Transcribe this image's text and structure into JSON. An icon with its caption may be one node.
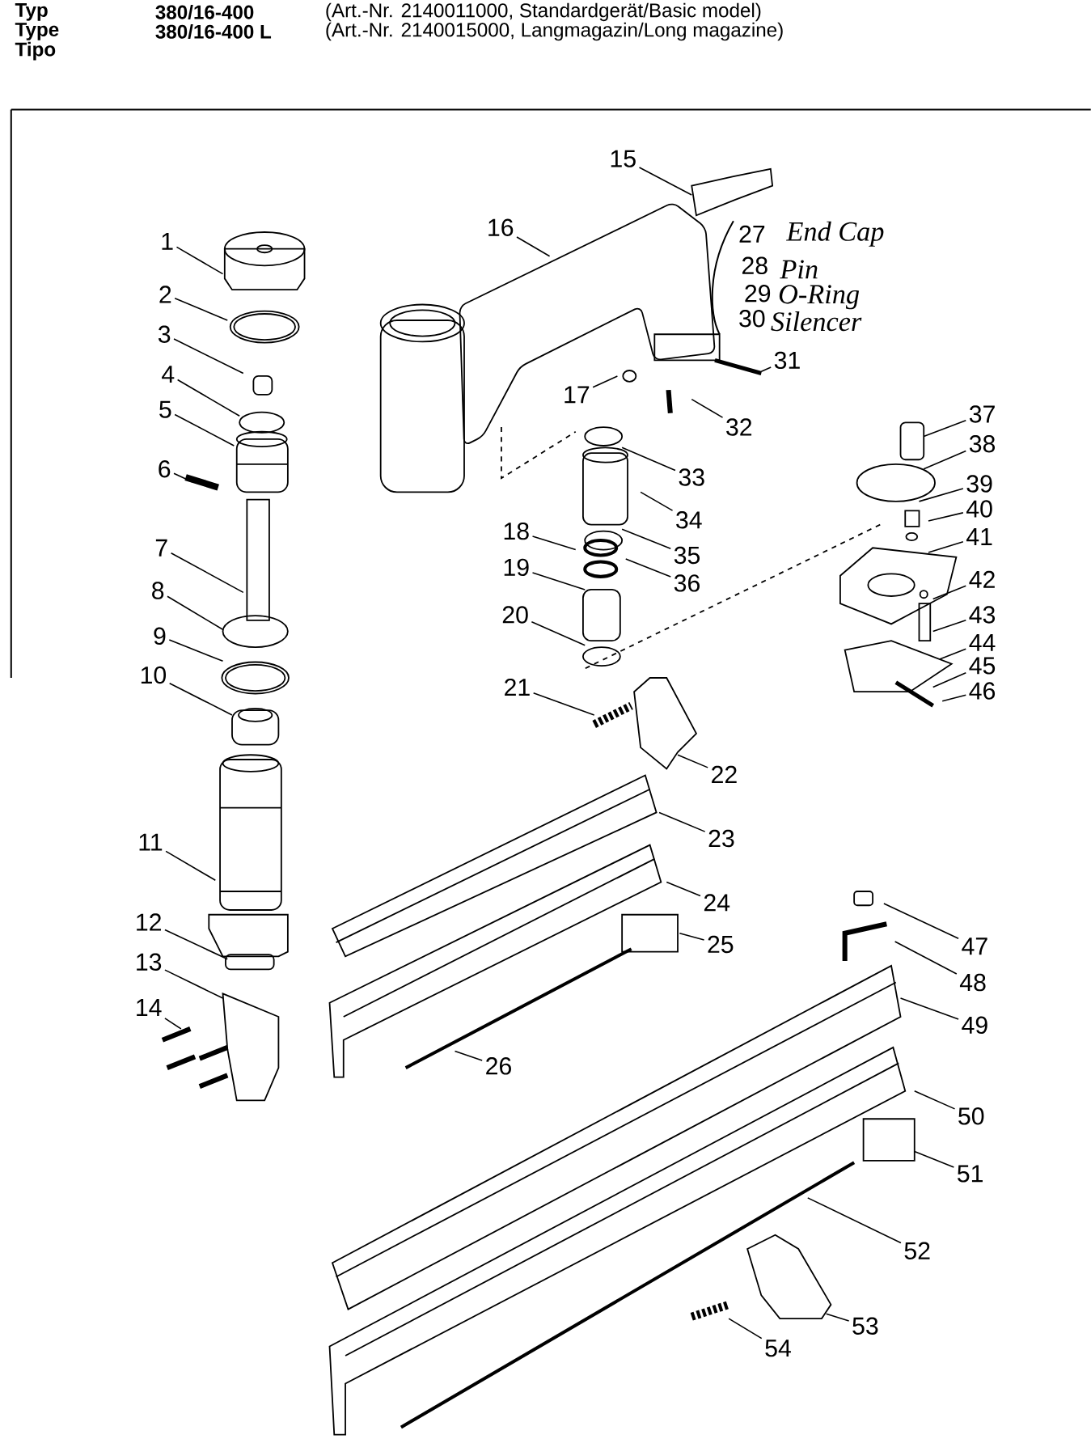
{
  "diagram": {
    "nodes": [
      {
        "text": [
          "1"
        ]
      },
      {
        "text": [
          "2"
        ]
      },
      {
        "text": [
          "3"
        ]
      },
      {
        "text": [
          "4"
        ]
      },
      {
        "text": [
          "5"
        ]
      },
      {
        "text": [
          "6"
        ]
      },
      {
        "text": [
          "7"
        ]
      },
      {
        "text": [
          "8"
        ]
      },
      {
        "text": [
          "9"
        ]
      },
      {
        "text": [
          "10"
        ]
      },
      {
        "text": [
          "11"
        ]
      },
      {
        "text": [
          "12"
        ]
      },
      {
        "text": [
          "13"
        ]
      },
      {
        "text": [
          "14"
        ]
      },
      {
        "text": [
          "15"
        ]
      },
      {
        "text": [
          "16"
        ]
      },
      {
        "text": [
          "17"
        ]
      },
      {
        "text": [
          "18"
        ]
      },
      {
        "text": [
          "19"
        ]
      },
      {
        "text": [
          "20"
        ]
      },
      {
        "text": [
          "21"
        ]
      },
      {
        "text": [
          "22"
        ]
      },
      {
        "text": [
          "23"
        ]
      },
      {
        "text": [
          "24"
        ]
      },
      {
        "text": [
          "25"
        ]
      },
      {
        "text": [
          "26"
        ]
      },
      {
        "text": [
          "31"
        ]
      },
      {
        "text": [
          "32"
        ]
      },
      {
        "text": [
          "33"
        ]
      },
      {
        "text": [
          "34"
        ]
      },
      {
        "text": [
          "35"
        ]
      },
      {
        "text": [
          "36"
        ]
      },
      {
        "text": [
          "37"
        ]
      },
      {
        "text": [
          "38"
        ]
      },
      {
        "text": [
          "39"
        ]
      },
      {
        "text": [
          "40"
        ]
      },
      {
        "text": [
          "41"
        ]
      },
      {
        "text": [
          "42"
        ]
      },
      {
        "text": [
          "43"
        ]
      },
      {
        "text": [
          "44"
        ]
      },
      {
        "text": [
          "45"
        ]
      },
      {
        "text": [
          "46"
        ]
      },
      {
        "text": [
          "47"
        ]
      },
      {
        "text": [
          "48"
        ]
      },
      {
        "text": [
          "49"
        ]
      },
      {
        "text": [
          "50"
        ]
      },
      {
        "text": [
          "51"
        ]
      },
      {
        "text": [
          "52"
        ]
      },
      {
        "text": [
          "53"
        ]
      },
      {
        "text": [
          "54"
        ]
      }
    ],
    "edges": [
      {
        "from": 0,
        "to": null,
        "arrow": "none"
      },
      {
        "from": 1,
        "to": null,
        "arrow": "none"
      },
      {
        "from": 2,
        "to": null,
        "arrow": "none"
      },
      {
        "from": 3,
        "to": null,
        "arrow": "none"
      },
      {
        "from": 4,
        "to": null,
        "arrow": "none"
      },
      {
        "from": 5,
        "to": null,
        "arrow": "none"
      },
      {
        "from": 6,
        "to": null,
        "arrow": "none"
      },
      {
        "from": 7,
        "to": null,
        "arrow": "none"
      },
      {
        "from": 8,
        "to": null,
        "arrow": "none"
      },
      {
        "from": 9,
        "to": null,
        "arrow": "none"
      },
      {
        "from": 10,
        "to": null,
        "arrow": "none"
      },
      {
        "from": 11,
        "to": null,
        "arrow": "none"
      },
      {
        "from": 12,
        "to": null,
        "arrow": "none"
      },
      {
        "from": 13,
        "to": null,
        "arrow": "none"
      },
      {
        "from": 14,
        "to": null,
        "arrow": "none"
      },
      {
        "from": 15,
        "to": null,
        "arrow": "none"
      },
      {
        "from": 16,
        "to": null,
        "arrow": "none"
      },
      {
        "from": 17,
        "to": null,
        "arrow": "none"
      },
      {
        "from": 18,
        "to": null,
        "arrow": "none"
      },
      {
        "from": 19,
        "to": null,
        "arrow": "none"
      },
      {
        "from": 20,
        "to": null,
        "arrow": "none"
      },
      {
        "from": 21,
        "to": null,
        "arrow": "none"
      },
      {
        "from": 22,
        "to": null,
        "arrow": "none"
      },
      {
        "from": 23,
        "to": null,
        "arrow": "none"
      },
      {
        "from": 24,
        "to": null,
        "arrow": "none"
      },
      {
        "from": 25,
        "to": null,
        "arrow": "none"
      },
      {
        "from": 26,
        "to": null,
        "arrow": "none"
      },
      {
        "from": 27,
        "to": null,
        "arrow": "none"
      },
      {
        "from": 28,
        "to": null,
        "arrow": "none"
      },
      {
        "from": 29,
        "to": null,
        "arrow": "none"
      },
      {
        "from": 30,
        "to": null,
        "arrow": "none"
      },
      {
        "from": 31,
        "to": null,
        "arrow": "none"
      },
      {
        "from": 32,
        "to": null,
        "arrow": "none"
      },
      {
        "from": 33,
        "to": null,
        "arrow": "none"
      },
      {
        "from": 34,
        "to": null,
        "arrow": "none"
      },
      {
        "from": 35,
        "to": null,
        "arrow": "none"
      },
      {
        "from": 36,
        "to": null,
        "arrow": "none"
      },
      {
        "from": 37,
        "to": null,
        "arrow": "none"
      },
      {
        "from": 38,
        "to": null,
        "arrow": "none"
      },
      {
        "from": 39,
        "to": null,
        "arrow": "none"
      },
      {
        "from": 40,
        "to": null,
        "arrow": "none"
      },
      {
        "from": 41,
        "to": null,
        "arrow": "none"
      },
      {
        "from": 42,
        "to": null,
        "arrow": "none"
      },
      {
        "from": 43,
        "to": null,
        "arrow": "none"
      },
      {
        "from": 44,
        "to": null,
        "arrow": "none"
      },
      {
        "from": 45,
        "to": null,
        "arrow": "none"
      },
      {
        "from": 46,
        "to": null,
        "arrow": "none"
      },
      {
        "from": 47,
        "to": null,
        "arrow": "none"
      },
      {
        "from": 48,
        "to": null,
        "arrow": "none"
      },
      {
        "from": 49,
        "to": null,
        "arrow": "none"
      }
    ],
    "labels": [
      "Typ",
      "380/16-400",
      "(Art.-Nr. 2140011000, Standardgerät/Basic model)",
      "Type",
      "380/16-400 L",
      "(Art.-Nr. 2140015000, Langmagazin/Long magazine)",
      "Tipo",
      "27",
      "End Cap",
      "28",
      "Pin",
      "29",
      "O-Ring",
      "30",
      "Silencer"
    ]
  }
}
